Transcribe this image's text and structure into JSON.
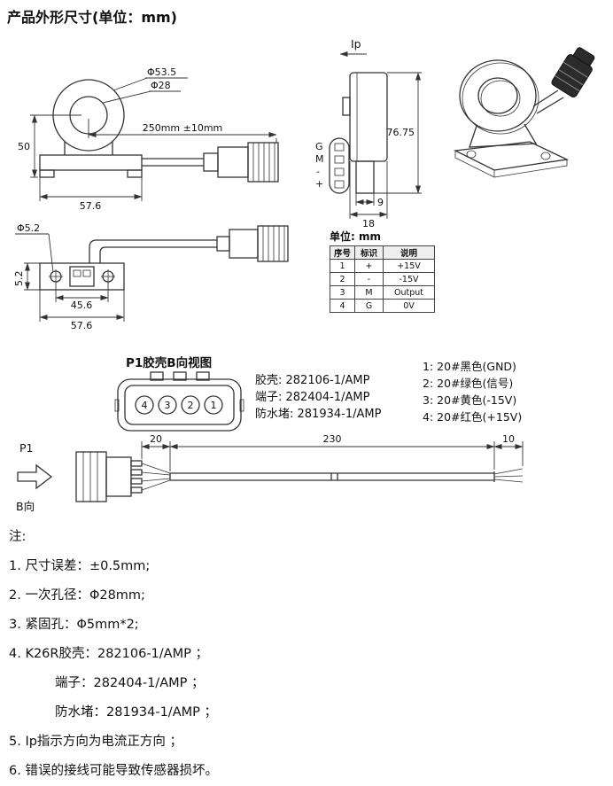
{
  "title": "产品外形尺寸(单位：mm)",
  "front_view": {
    "dim_outer_diameter": "Φ53.5",
    "dim_inner_diameter": "Φ28",
    "dim_height": "50",
    "dim_cable_length": "250mm ±10mm",
    "dim_base_width": "57.6"
  },
  "side_view": {
    "current_label": "Ip",
    "dim_height": "76.75",
    "pin_labels": [
      "G",
      "M",
      "-",
      "+"
    ],
    "dim_foot_depth": "9",
    "dim_body_depth": "18"
  },
  "bottom_view": {
    "dim_hole_diameter": "Φ5.2",
    "dim_plate_thickness": "5.2",
    "dim_hole_spacing": "45.6",
    "dim_base_width": "57.6"
  },
  "pin_table": {
    "unit_label": "单位: mm",
    "headers": [
      "序号",
      "标识",
      "说明"
    ],
    "rows": [
      [
        "1",
        "+",
        "+15V"
      ],
      [
        "2",
        "-",
        "-15V"
      ],
      [
        "3",
        "M",
        "Output"
      ],
      [
        "4",
        "G",
        "0V"
      ]
    ]
  },
  "connector_section": {
    "view_title": "P1胶壳B向视图",
    "pin_numbers": [
      "4",
      "3",
      "2",
      "1"
    ],
    "part_lines": [
      "胶壳: 282106-1/AMP",
      "端子: 282404-1/AMP",
      "防水堵: 281934-1/AMP"
    ],
    "wire_legend": [
      "1: 20#黑色(GND)",
      "2: 20#绿色(信号)",
      "3: 20#黄色(-15V)",
      "4: 20#红色(+15V)"
    ]
  },
  "cable_drawing": {
    "p1_label": "P1",
    "direction_label": "B向",
    "dim_connector": "20",
    "dim_cable": "230",
    "dim_tail": "10"
  },
  "notes": {
    "heading": "注:",
    "items": [
      "1. 尺寸误差：±0.5mm;",
      "2. 一次孔径：Φ28mm;",
      "3. 紧固孔：Φ5mm*2;",
      "4. K26R胶壳：282106-1/AMP ；",
      "端子：282404-1/AMP ；",
      "防水堵：281934-1/AMP ；",
      "5. Ip指示方向为电流正方向 ；",
      "6. 错误的接线可能导致传感器损坏。"
    ]
  }
}
